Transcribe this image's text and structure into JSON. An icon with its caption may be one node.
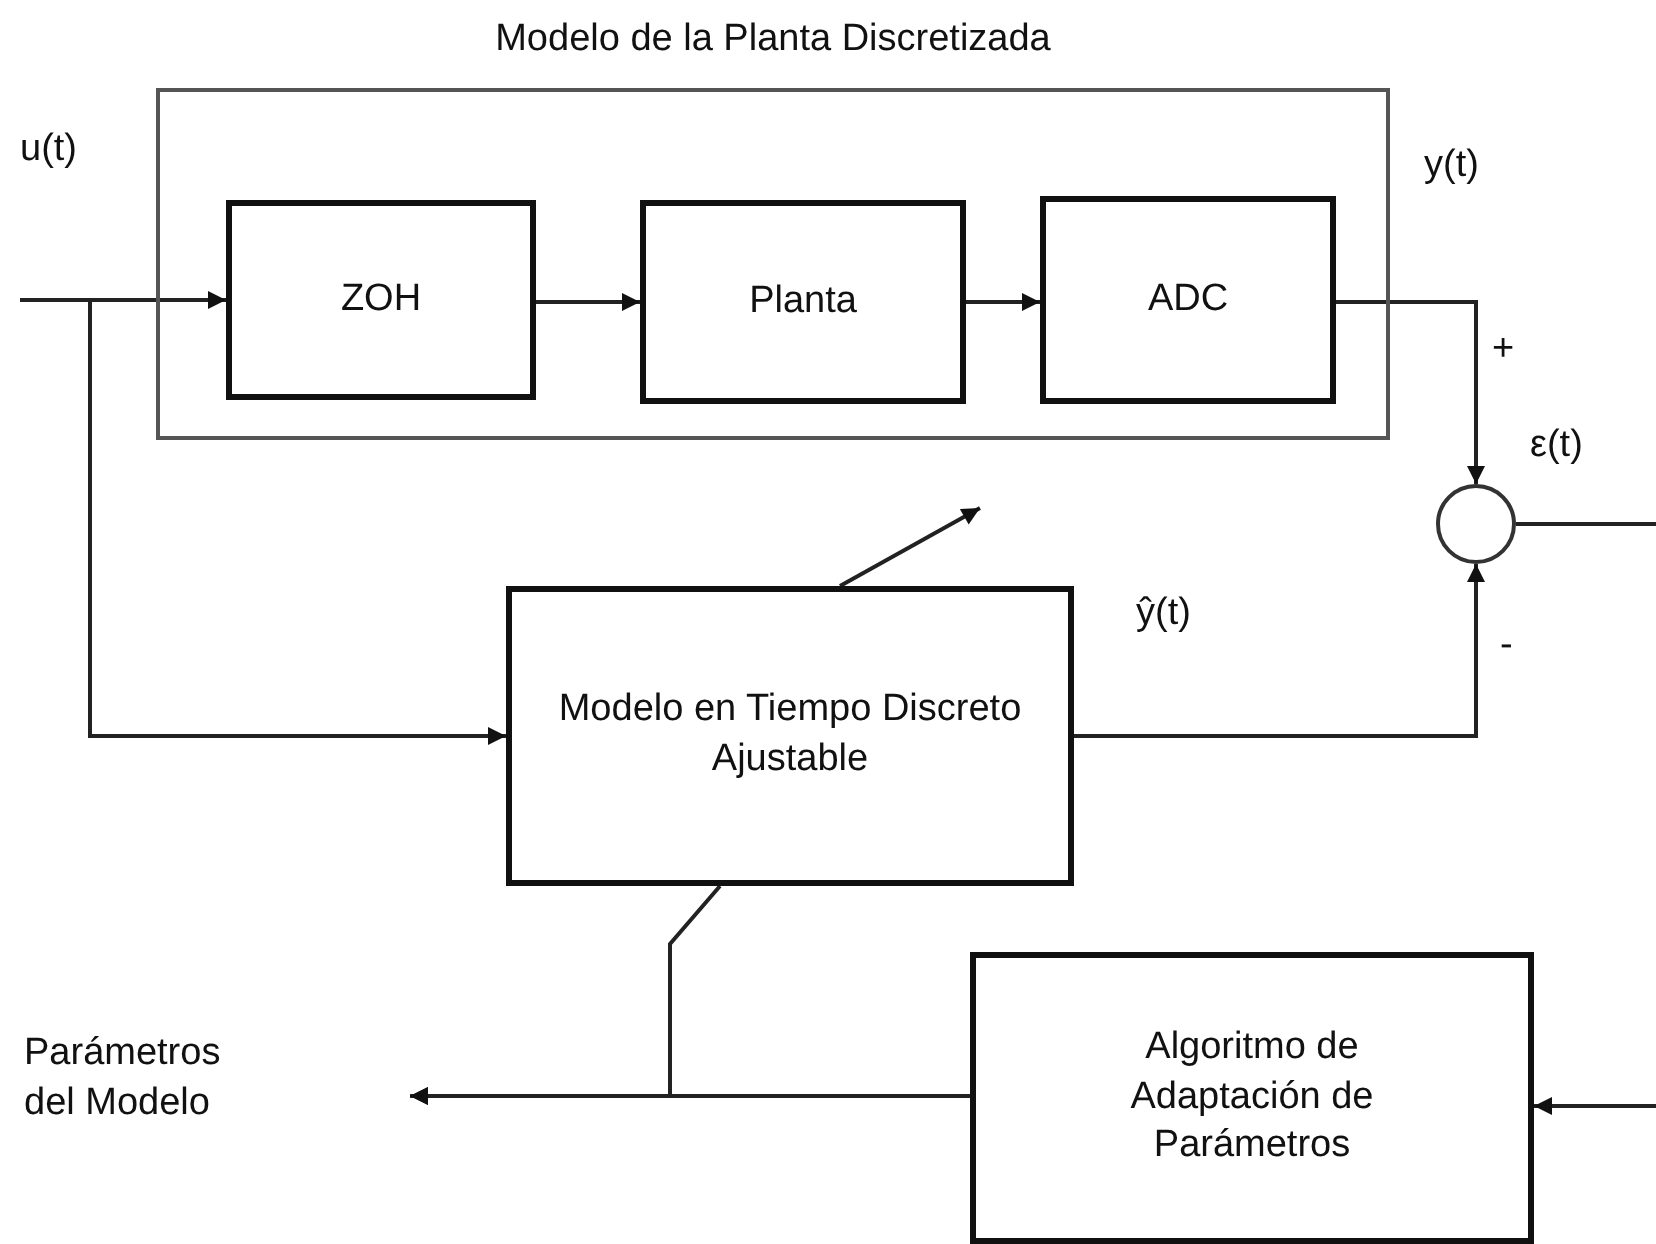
{
  "diagram": {
    "nodes": [
      {
        "text": [
          "Modelo de la Planta Discretizada"
        ]
      },
      {
        "text": [
          "ZOH"
        ],
        "in": 0
      },
      {
        "text": [
          "Planta"
        ],
        "in": 0
      },
      {
        "text": [
          "ADC"
        ],
        "in": 0
      },
      {
        "text": [],
        "shape": "circle"
      },
      {
        "text": [
          "Modelo en Tiempo Discreto Ajustable"
        ]
      },
      {
        "text": [
          "Algoritmo de Adaptación de Parámetros"
        ]
      },
      {
        "text": [
          "Parámetros del Modelo"
        ]
      }
    ],
    "edges": [
      {
        "from": null,
        "to": 1,
        "arrow": "to"
      },
      {
        "from": null,
        "to": 5,
        "arrow": "to"
      },
      {
        "from": 1,
        "to": 2,
        "arrow": "to"
      },
      {
        "from": 2,
        "to": 3,
        "arrow": "to"
      },
      {
        "from": 3,
        "to": 4,
        "arrow": "to"
      },
      {
        "from": 5,
        "to": 4,
        "arrow": "to"
      },
      {
        "from": 4,
        "to": null,
        "arrow": "none"
      },
      {
        "from": 5,
        "to": null,
        "arrow": "to"
      },
      {
        "from": null,
        "to": 6,
        "arrow": "to"
      },
      {
        "from": 6,
        "to": 7,
        "arrow": "to"
      },
      {
        "from": 5,
        "to": 7,
        "arrow": "to"
      }
    ],
    "labels": [
      "u(t)",
      "y(t)",
      "+",
      "ε(t)",
      "ŷ(t)",
      "-"
    ]
  }
}
